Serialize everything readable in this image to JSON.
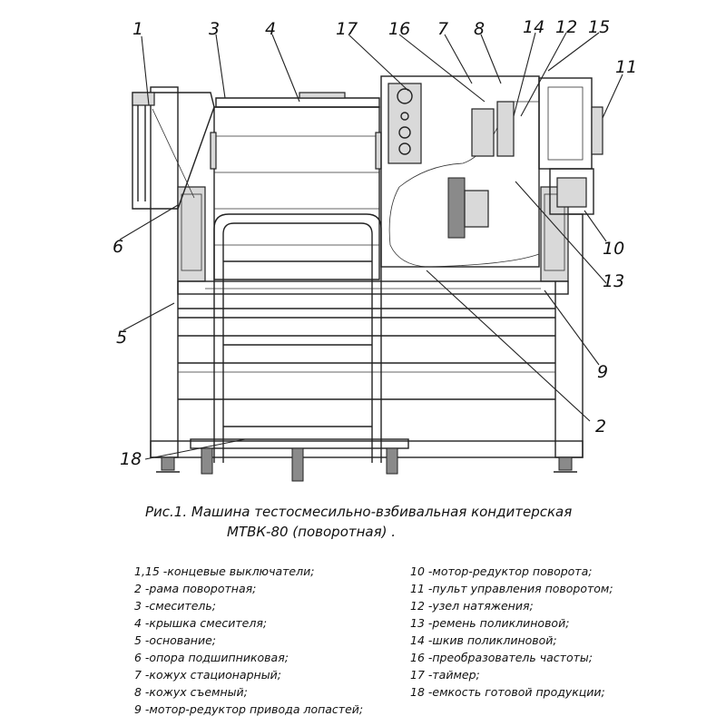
{
  "callouts": {
    "c1": "1",
    "c3": "3",
    "c4": "4",
    "c17": "17",
    "c16": "16",
    "c7": "7",
    "c8": "8",
    "c14": "14",
    "c12": "12",
    "c15": "15",
    "c11": "11",
    "c6": "6",
    "c10": "10",
    "c5": "5",
    "c13": "13",
    "c9": "9",
    "c2": "2",
    "c18": "18"
  },
  "caption": {
    "line1": "Рис.1. Машина тестосмесильно-взбивальная кондитерская",
    "line2": "МТВК-80 (поворотная) ."
  },
  "legend_left": [
    "1,15 -концевые выключатели;",
    "2 -рама поворотная;",
    "3 -смеситель;",
    "4 -крышка смесителя;",
    "5 -основание;",
    "6 -опора подшипниковая;",
    "7 -кожух стационарный;",
    "8 -кожух съемный;",
    "9 -мотор-редуктор привода лопастей;"
  ],
  "legend_right": [
    "10 -мотор-редуктор поворота;",
    "11 -пульт управления поворотом;",
    "12 -узел натяжения;",
    "13 -ремень поликлиновой;",
    "14 -шкив поликлиновой;",
    "16 -преобразователь частоты;",
    "17 -таймер;",
    "18 -емкость готовой продукции;"
  ]
}
